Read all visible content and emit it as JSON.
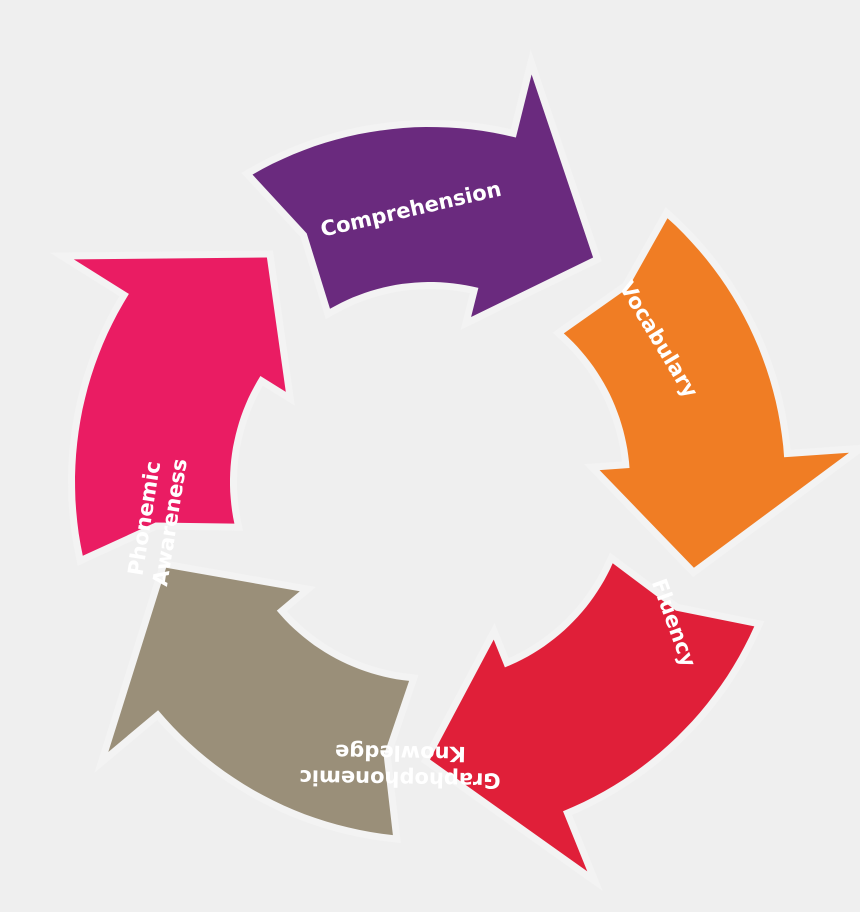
{
  "background": "#efefef",
  "gap_color": "#f3f3f3",
  "segments": [
    {
      "id": "comprehension",
      "lines": [
        "Comprehension"
      ],
      "color": "#6a2a7e"
    },
    {
      "id": "vocabulary",
      "lines": [
        "Vocabulary"
      ],
      "color": "#f07d24"
    },
    {
      "id": "fluency",
      "lines": [
        "Fluency"
      ],
      "color": "#e01f39"
    },
    {
      "id": "graphophonemic-knowledge",
      "lines": [
        "Graphophonemic",
        "Knowledge"
      ],
      "color": "#9a8f79"
    },
    {
      "id": "phonemic-awareness",
      "lines": [
        "Phonemic",
        "Awareness"
      ],
      "color": "#ea1c63"
    }
  ]
}
